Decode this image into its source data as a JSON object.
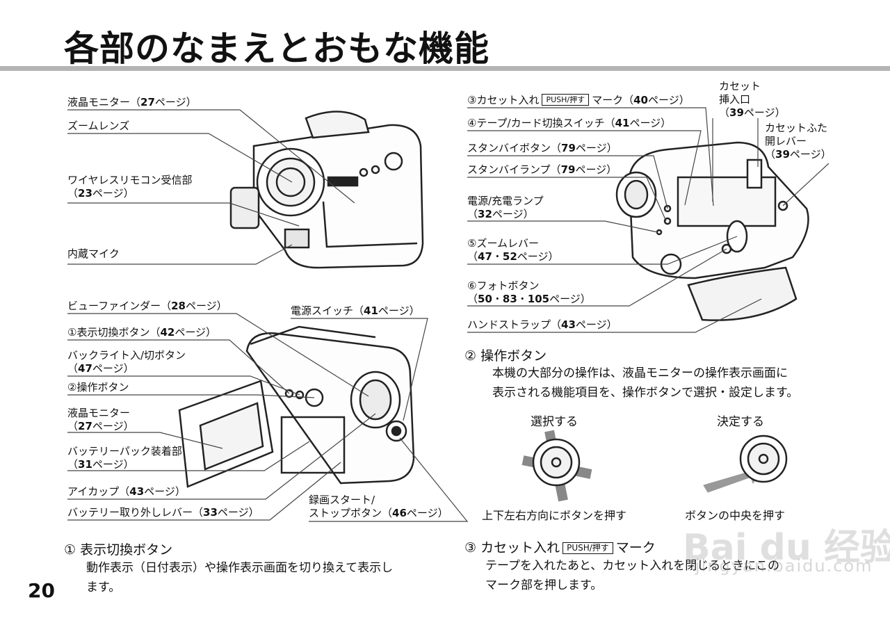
{
  "page": {
    "title": "各部のなまえとおもな機能",
    "page_number": "20"
  },
  "labels": {
    "lcd_monitor": {
      "pre": "液晶モニター（",
      "num": "27",
      "post": "ページ）"
    },
    "zoom_lens": "ズームレンズ",
    "remote_sensor": {
      "line1": "ワイヤレスリモコン受信部",
      "pre": "（",
      "num": "23",
      "post": "ページ）"
    },
    "mic": "内蔵マイク",
    "viewfinder": {
      "pre": "ビューファインダー（",
      "num": "28",
      "post": "ページ）"
    },
    "display_btn": {
      "pre": "①表示切換ボタン（",
      "num": "42",
      "post": "ページ）"
    },
    "backlight_btn": {
      "line1": "バックライト入/切ボタン",
      "pre": "（",
      "num": "47",
      "post": "ページ）"
    },
    "op_btn": "②操作ボタン",
    "lcd_monitor2": {
      "line1": "液晶モニター",
      "pre": "（",
      "num": "27",
      "post": "ページ）"
    },
    "battery_mount": {
      "line1": "バッテリーパック装着部",
      "pre": "（",
      "num": "31",
      "post": "ページ）"
    },
    "eyecup": {
      "pre": "アイカップ（",
      "num": "43",
      "post": "ページ）"
    },
    "battery_release": {
      "pre": "バッテリー取り外しレバー（",
      "num": "33",
      "post": "ページ）"
    },
    "power_switch": {
      "pre": "電源スイッチ（",
      "num": "41",
      "post": "ページ）"
    },
    "rec_button": {
      "line1": "録画スタート/",
      "pre": "ストップボタン（",
      "num": "46",
      "post": "ページ）"
    },
    "cassette_mark": {
      "pre": "③カセット入れ",
      "badge": "PUSH/押す",
      "mid": "マーク（",
      "num": "40",
      "post": "ページ）"
    },
    "tape_card_switch": {
      "pre": "④テープ/カード切換スイッチ（",
      "num": "41",
      "post": "ページ）"
    },
    "standby_btn": {
      "pre": "スタンバイボタン（",
      "num": "79",
      "post": "ページ）"
    },
    "standby_lamp": {
      "pre": "スタンバイランプ（",
      "num": "79",
      "post": "ページ）"
    },
    "power_lamp": {
      "line1": "電源/充電ランプ",
      "pre": "（",
      "num": "32",
      "post": "ページ）"
    },
    "zoom_lever": {
      "line1": "⑤ズームレバー",
      "pre": "（",
      "num1": "47",
      "sep": "・",
      "num2": "52",
      "post": "ページ）"
    },
    "photo_btn": {
      "line1": "⑥フォトボタン",
      "pre": "（",
      "num1": "50",
      "sep1": "・",
      "num2": "83",
      "sep2": "・",
      "num3": "105",
      "post": "ページ）"
    },
    "hand_strap": {
      "pre": "ハンドストラップ（",
      "num": "43",
      "post": "ページ）"
    },
    "cassette_slot": {
      "line1": "カセット",
      "line2": "挿入口",
      "pre": "（",
      "num": "39",
      "post": "ページ）"
    },
    "cassette_lever": {
      "line1": "カセットふた",
      "line2": "開レバー",
      "pre": "（",
      "num": "39",
      "post": "ページ）"
    }
  },
  "sections": {
    "op_button": {
      "heading": "② 操作ボタン",
      "text1": "本機の大部分の操作は、液晶モニターの操作表示画面に",
      "text2": "表示される機能項目を、操作ボタンで選択・設定します。",
      "select_label": "選択する",
      "decide_label": "決定する",
      "select_caption": "上下左右方向にボタンを押す",
      "decide_caption": "ボタンの中央を押す"
    },
    "display_button": {
      "heading": "① 表示切換ボタン",
      "text1": "動作表示（日付表示）や操作表示画面を切り換えて表示し",
      "text2": "ます。"
    },
    "cassette": {
      "heading_pre": "③ カセット入れ",
      "badge": "PUSH/押す",
      "heading_post": "マーク",
      "text1": "テープを入れたあと、カセット入れを閉じるときにこの",
      "text2": "マーク部を押します。"
    }
  },
  "watermark": {
    "main": "Bai du 经验",
    "sub": "jingyan.baidu.com"
  }
}
